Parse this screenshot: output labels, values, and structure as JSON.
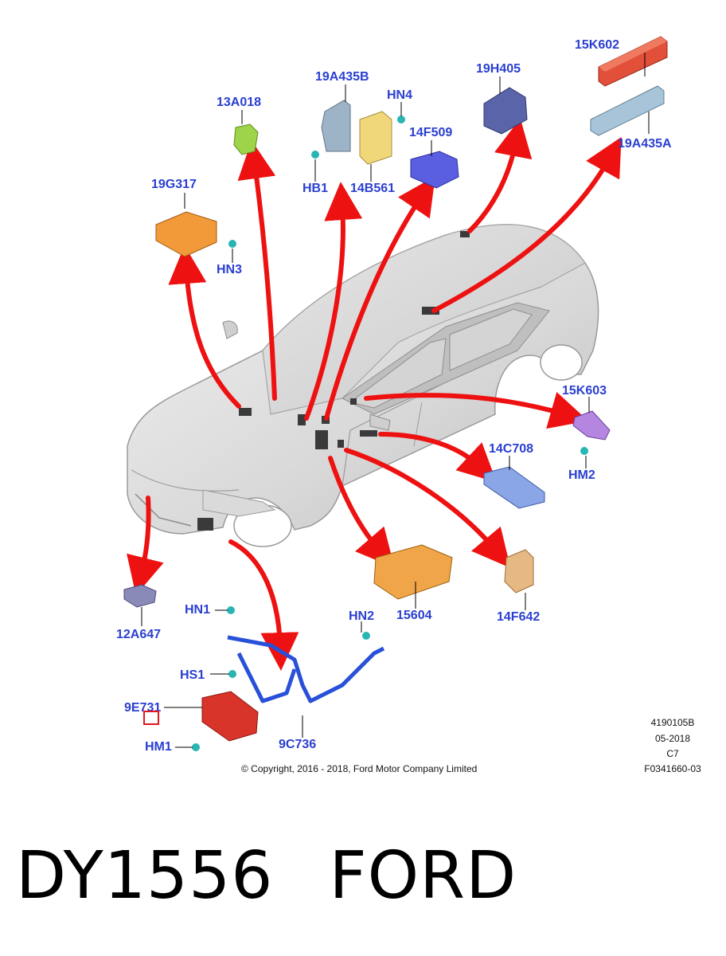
{
  "labels": {
    "p15K602": "15K602",
    "p19H405": "19H405",
    "p19A435B": "19A435B",
    "pHN4": "HN4",
    "p13A018": "13A018",
    "p14F509": "14F509",
    "p19A435A": "19A435A",
    "p19G317": "19G317",
    "pHB1": "HB1",
    "p14B561": "14B561",
    "pHN3": "HN3",
    "p15K603": "15K603",
    "p14C708": "14C708",
    "pHM2": "HM2",
    "p12A647": "12A647",
    "pHN1": "HN1",
    "pHN2": "HN2",
    "p15604": "15604",
    "p14F642": "14F642",
    "pHS1": "HS1",
    "p9E731": "9E731",
    "pHM1": "HM1",
    "p9C736": "9C736"
  },
  "meta": {
    "ref": "4190105B",
    "date": "05-2018",
    "code": "C7",
    "figure": "F0341660-03",
    "copyright": "© Copyright, 2016 - 2018, Ford Motor Company Limited"
  },
  "caption": {
    "part_number": "DY1556",
    "brand": "FORD"
  },
  "colors": {
    "label": "#2a3fd0",
    "arrow": "#ee1111",
    "highlight_box": "#e2161b"
  }
}
